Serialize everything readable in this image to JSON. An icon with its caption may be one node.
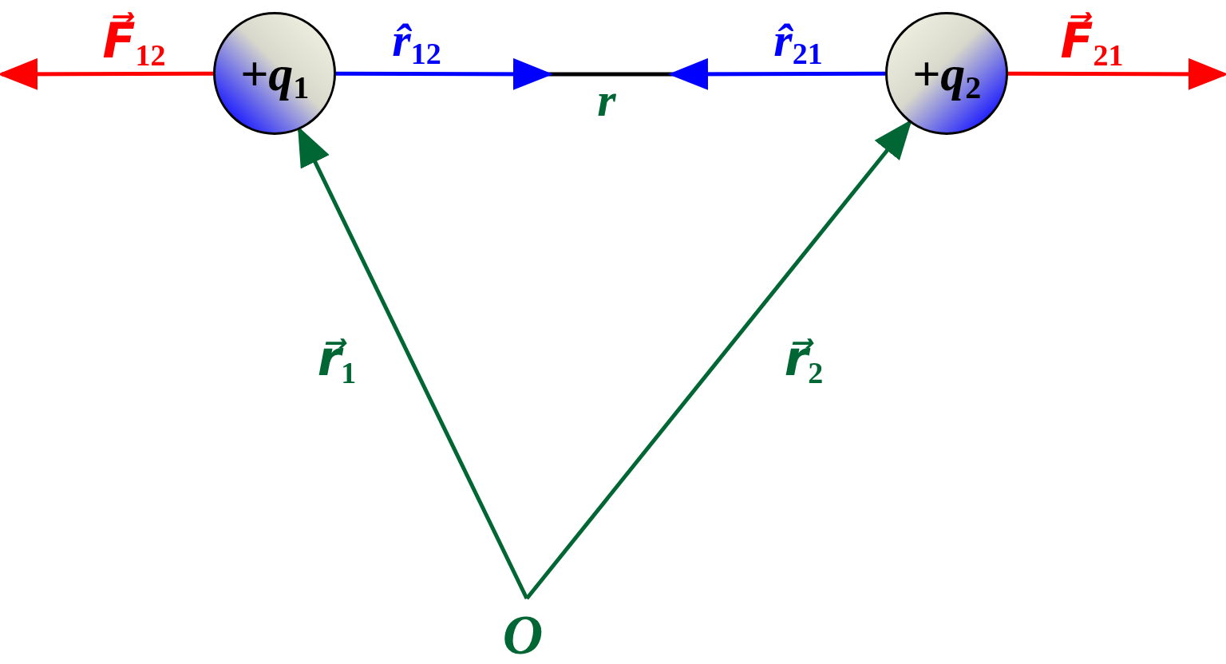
{
  "diagram": {
    "nodes": [
      {
        "text": [
          "+q$_{1}$"
        ]
      },
      {
        "text": [
          "+q$_{2}$"
        ]
      },
      {
        "text": [
          "O"
        ]
      }
    ],
    "edges": [
      {
        "from": 0,
        "to": null,
        "arrow": "to",
        "label": "F⃗$_{12}$",
        "color": "#ff0000"
      },
      {
        "from": 0,
        "to": null,
        "arrow": "to",
        "label": "r̂$_{12}$",
        "color": "#0000ff"
      },
      {
        "from": 1,
        "to": null,
        "arrow": "to",
        "label": "r̂$_{21}$",
        "color": "#0000ff"
      },
      {
        "from": 1,
        "to": null,
        "arrow": "to",
        "label": "F⃗$_{21}$",
        "color": "#ff0000"
      },
      {
        "from": 2,
        "to": 0,
        "arrow": "to",
        "label": "r⃗$_{1}$",
        "color": "#006633"
      },
      {
        "from": 2,
        "to": 1,
        "arrow": "to",
        "label": "r⃗$_{2}$",
        "color": "#006633"
      }
    ],
    "labels": [
      "r"
    ]
  }
}
